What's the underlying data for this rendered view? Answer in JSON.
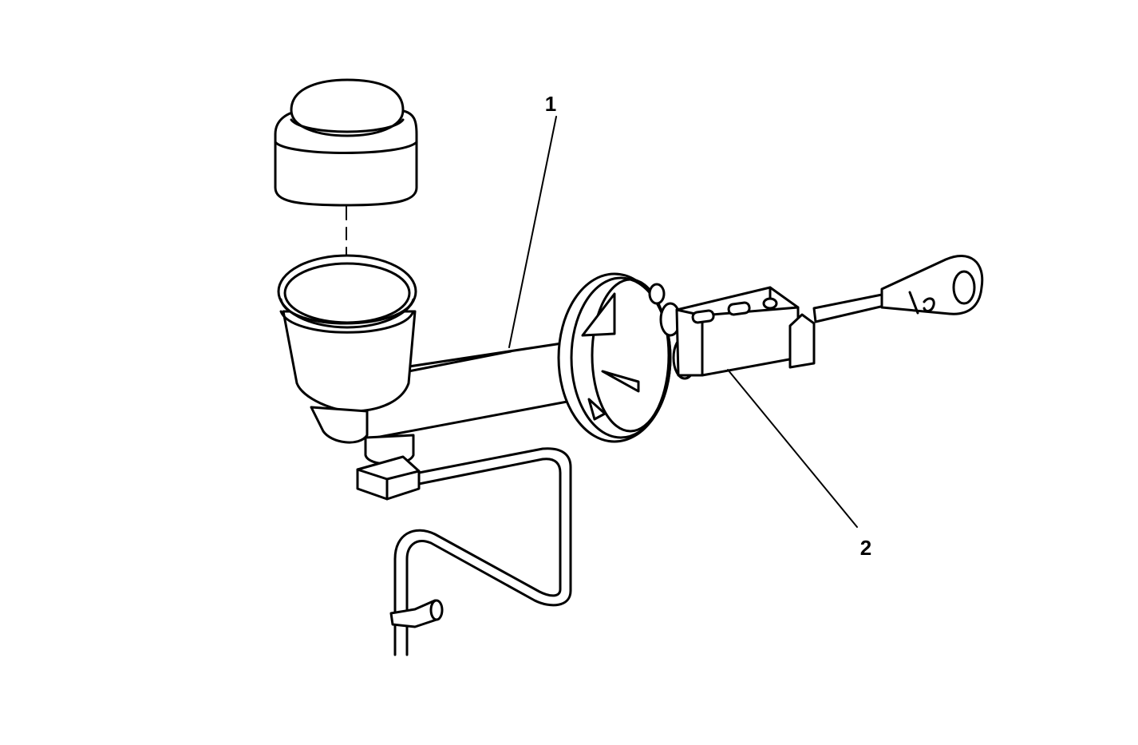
{
  "diagram": {
    "callouts": [
      {
        "id": "1",
        "label": "1"
      },
      {
        "id": "2",
        "label": "2"
      }
    ],
    "colors": {
      "line": "#000000",
      "fill": "#ffffff",
      "background": "#ffffff"
    }
  }
}
